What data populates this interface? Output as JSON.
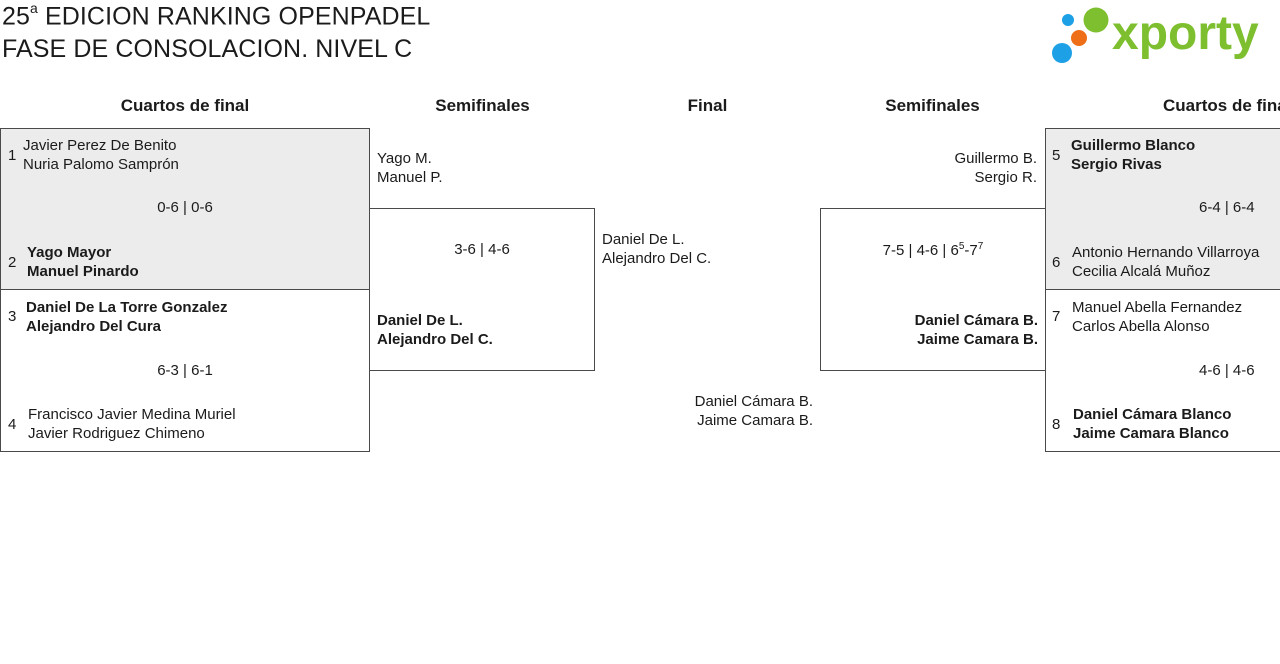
{
  "header": {
    "title_line1_num": "25",
    "title_line1_sup": "a",
    "title_line1_rest": " EDICION RANKING OPENPADEL",
    "title_line2": "FASE DE CONSOLACION. NIVEL C",
    "logo_text": "xporty",
    "logo_colors": {
      "green": "#7dbf2e",
      "blue": "#1ea0e6",
      "orange": "#ee6f17"
    }
  },
  "columns": {
    "cuartos_left": "Cuartos de final",
    "semis_left": "Semifinales",
    "final": "Final",
    "semis_right": "Semifinales",
    "cuartos_right": "Cuartos de final"
  },
  "left_qf1": {
    "seed_a": "1",
    "a1": "Javier Perez De Benito",
    "a2": "Nuria Palomo Samprón",
    "score": "0-6 | 0-6",
    "seed_b": "2",
    "b1": "Yago Mayor",
    "b2": "Manuel Pinardo"
  },
  "left_qf2": {
    "seed_a": "3",
    "a1": "Daniel De La Torre Gonzalez",
    "a2": "Alejandro Del Cura",
    "score": "6-3 | 6-1",
    "seed_b": "4",
    "b1": "Francisco Javier Medina Muriel",
    "b2": "Javier Rodriguez Chimeno"
  },
  "left_sf": {
    "a1": "Yago M.",
    "a2": "Manuel P.",
    "score": "3-6 | 4-6",
    "b1": "Daniel De L.",
    "b2": "Alejandro Del C."
  },
  "final": {
    "a1": "Daniel De L.",
    "a2": "Alejandro Del C.",
    "b1": "Daniel Cámara B.",
    "b2": "Jaime Camara B."
  },
  "right_sf": {
    "a1": "Guillermo B.",
    "a2": "Sergio R.",
    "score_main": "7-5 | 4-6 | 6",
    "score_sup1": "5",
    "score_mid": "-7",
    "score_sup2": "7",
    "b1": "Daniel Cámara B.",
    "b2": "Jaime Camara B."
  },
  "right_qf1": {
    "seed_a": "5",
    "a1": "Guillermo Blanco",
    "a2": "Sergio Rivas",
    "score": "6-4 | 6-4",
    "seed_b": "6",
    "b1": "Antonio Hernando Villarroya",
    "b2": "Cecilia Alcalá Muñoz"
  },
  "right_qf2": {
    "seed_a": "7",
    "a1": "Manuel Abella Fernandez",
    "a2": "Carlos Abella Alonso",
    "score": "4-6 | 4-6",
    "seed_b": "8",
    "b1": "Daniel Cámara Blanco",
    "b2": "Jaime Camara Blanco"
  }
}
